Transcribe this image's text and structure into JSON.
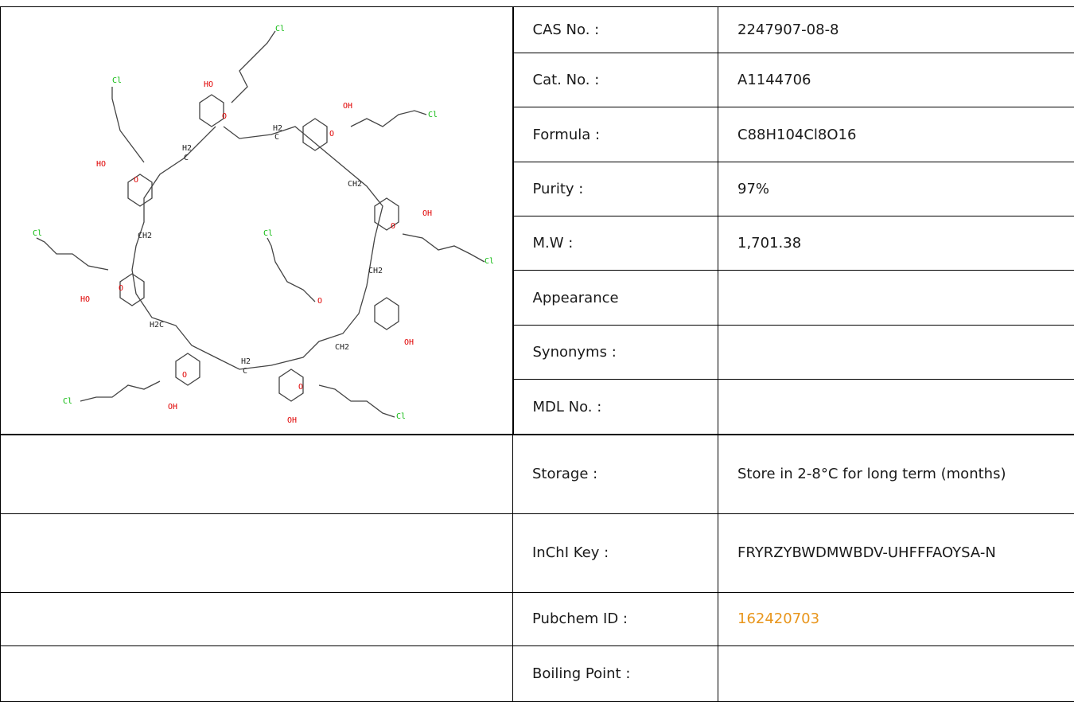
{
  "structure": {
    "atom_labels": {
      "cl": "Cl",
      "ho": "HO",
      "oh": "OH",
      "o": "O",
      "ch2": "CH2",
      "h2c": "H2C",
      "h2": "H2",
      "c": "C"
    }
  },
  "properties": [
    {
      "label": "CAS No. :",
      "value": "2247907-08-8"
    },
    {
      "label": "Cat. No. :",
      "value": "A1144706"
    },
    {
      "label": "Formula :",
      "value": "C88H104Cl8O16"
    },
    {
      "label": "Purity :",
      "value": "97%"
    },
    {
      "label": "M.W :",
      "value": "1,701.38"
    },
    {
      "label": "Appearance",
      "value": ""
    },
    {
      "label": "Synonyms :",
      "value": ""
    },
    {
      "label": "MDL No. :",
      "value": ""
    },
    {
      "label": "Storage :",
      "value": "Store in 2-8°C for long term (months)"
    },
    {
      "label": "InChI Key :",
      "value": "FRYRZYBWDMWBDV-UHFFFAOYSA-N"
    },
    {
      "label": "Pubchem ID :",
      "value": "162420703"
    },
    {
      "label": "Boiling Point :",
      "value": ""
    }
  ],
  "colors": {
    "link": "#e8951b",
    "oxygen": "#e00000",
    "chlorine": "#11bb11"
  }
}
